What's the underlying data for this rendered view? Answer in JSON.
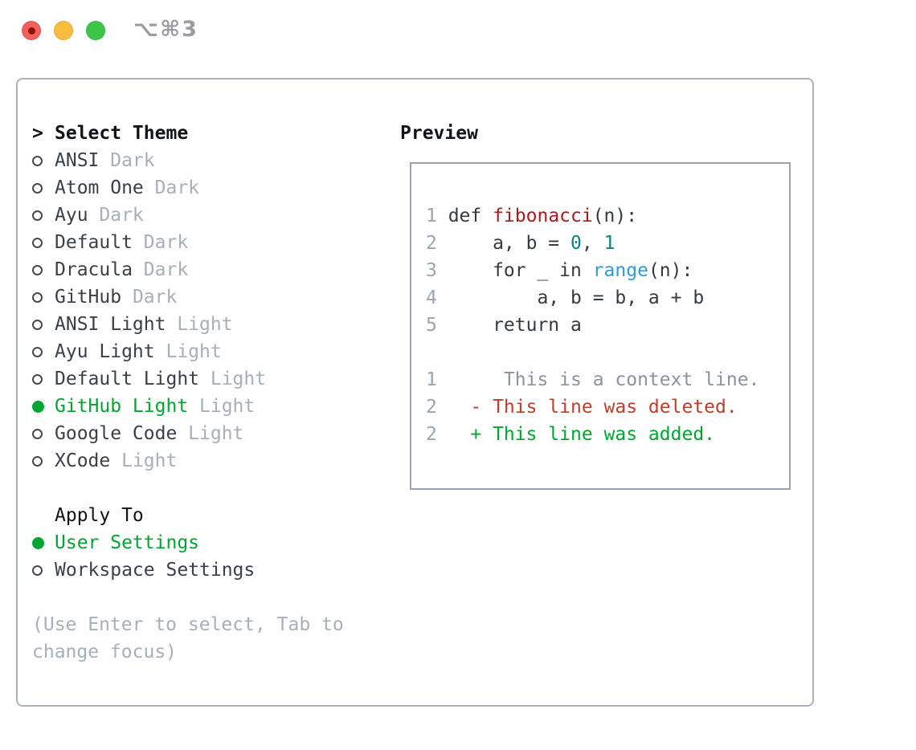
{
  "window": {
    "title": "⌥⌘3",
    "traffic_lights": [
      "close",
      "minimize",
      "zoom"
    ]
  },
  "theme_list": {
    "focus_indicator": ">",
    "title": "Select Theme",
    "items": [
      {
        "name": "ANSI",
        "variant": "Dark",
        "selected": false
      },
      {
        "name": "Atom One",
        "variant": "Dark",
        "selected": false
      },
      {
        "name": "Ayu",
        "variant": "Dark",
        "selected": false
      },
      {
        "name": "Default",
        "variant": "Dark",
        "selected": false
      },
      {
        "name": "Dracula",
        "variant": "Dark",
        "selected": false
      },
      {
        "name": "GitHub",
        "variant": "Dark",
        "selected": false
      },
      {
        "name": "ANSI Light",
        "variant": "Light",
        "selected": false
      },
      {
        "name": "Ayu Light",
        "variant": "Light",
        "selected": false
      },
      {
        "name": "Default Light",
        "variant": "Light",
        "selected": false
      },
      {
        "name": "GitHub Light",
        "variant": "Light",
        "selected": true
      },
      {
        "name": "Google Code",
        "variant": "Light",
        "selected": false
      },
      {
        "name": "XCode",
        "variant": "Light",
        "selected": false
      }
    ]
  },
  "apply_to": {
    "title": "Apply To",
    "options": [
      {
        "label": "User Settings",
        "selected": true
      },
      {
        "label": "Workspace Settings",
        "selected": false
      }
    ]
  },
  "help_text": "(Use Enter to select, Tab to change focus)",
  "preview": {
    "title": "Preview",
    "lines": [
      {
        "num": "1",
        "segments": [
          {
            "t": "def ",
            "c": "code"
          },
          {
            "t": "fibonacci",
            "c": "func"
          },
          {
            "t": "(n):",
            "c": "code"
          }
        ]
      },
      {
        "num": "2",
        "segments": [
          {
            "t": "    a, b = ",
            "c": "code"
          },
          {
            "t": "0",
            "c": "num"
          },
          {
            "t": ", ",
            "c": "code"
          },
          {
            "t": "1",
            "c": "num"
          }
        ]
      },
      {
        "num": "3",
        "segments": [
          {
            "t": "    for _ in ",
            "c": "code"
          },
          {
            "t": "range",
            "c": "builtin"
          },
          {
            "t": "(n):",
            "c": "code"
          }
        ]
      },
      {
        "num": "4",
        "segments": [
          {
            "t": "        a, b = b, a + b",
            "c": "code"
          }
        ]
      },
      {
        "num": "5",
        "segments": [
          {
            "t": "    return a",
            "c": "code"
          }
        ]
      },
      {
        "num": "",
        "segments": []
      },
      {
        "num": "1",
        "segments": [
          {
            "t": "     This is a context line.",
            "c": "context"
          }
        ]
      },
      {
        "num": "2",
        "segments": [
          {
            "t": "  - This line was deleted.",
            "c": "deleted"
          }
        ]
      },
      {
        "num": "2",
        "segments": [
          {
            "t": "  + This line was added.",
            "c": "added"
          }
        ]
      }
    ]
  },
  "colors": {
    "green": "#00a531",
    "text-dark": "#3a4047",
    "muted": "#a6afba",
    "panel-border": "#aab3bd",
    "preview-border": "#9aa3ad",
    "lnum": "#9aa5b2",
    "code": "#343a41",
    "func-red": "#a51d1d",
    "num-teal": "#0a8184",
    "builtin-blue": "#2f9cd8",
    "ctx-gray": "#8b939c",
    "del-red": "#c23b2b",
    "add-green": "#00a531",
    "tl-red": "#f1605a",
    "tl-red-dot": "#8e140b",
    "tl-yellow": "#f8bd3c",
    "tl-green": "#3bc649",
    "title-gray": "#9b9ba0"
  }
}
